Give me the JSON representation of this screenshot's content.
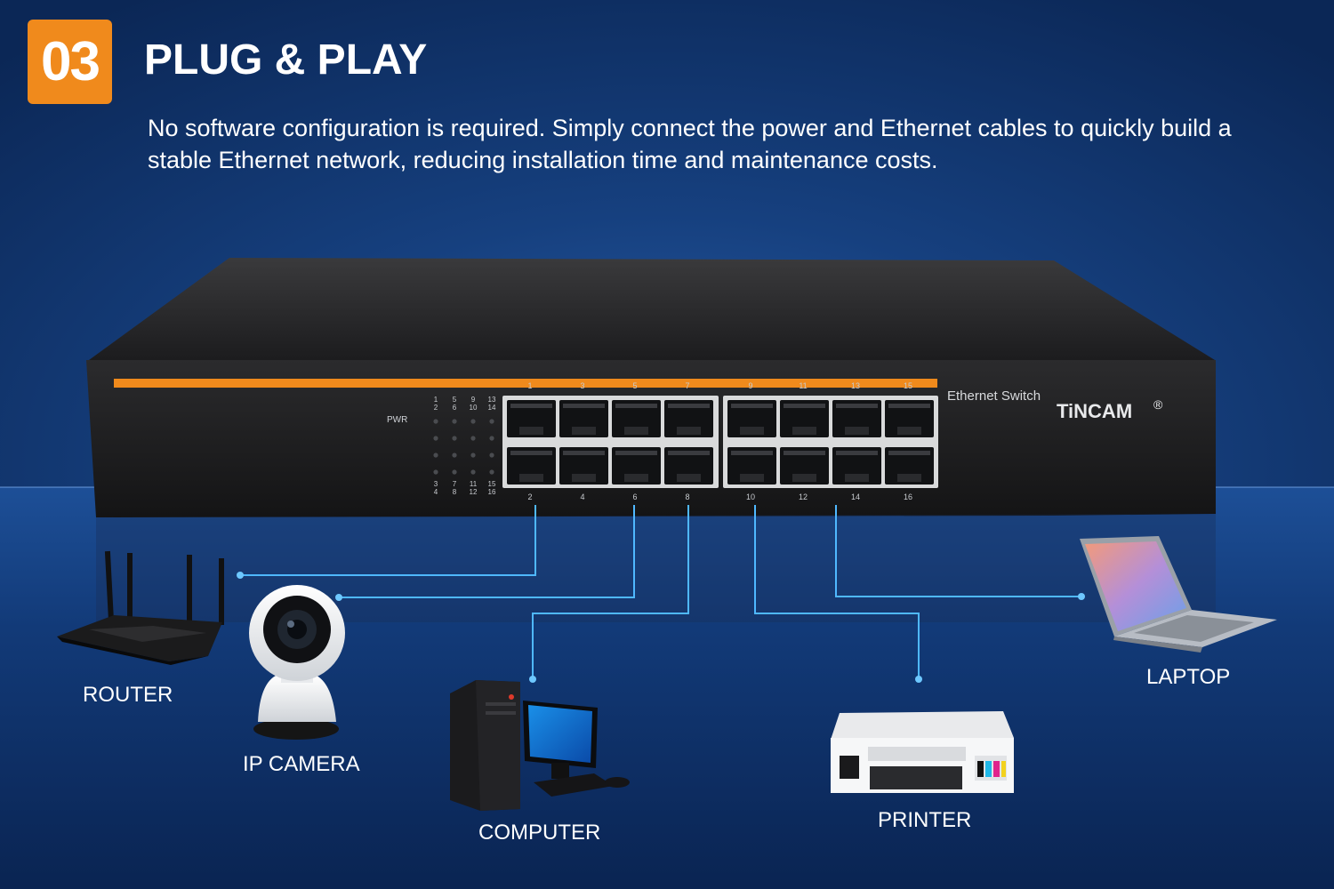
{
  "header": {
    "step_number": "03",
    "title": "PLUG & PLAY",
    "description": "No software configuration is required. Simply connect the power and Ethernet cables to quickly build a stable Ethernet network, reducing installation time and maintenance costs."
  },
  "switch": {
    "product_label": "Ethernet Switch",
    "brand": "TiNCAM",
    "brand_mark": "®",
    "pwr_label": "PWR",
    "top_port_numbers": [
      "1",
      "3",
      "5",
      "7",
      "9",
      "11",
      "13",
      "15"
    ],
    "bottom_port_numbers": [
      "2",
      "4",
      "6",
      "8",
      "10",
      "12",
      "14",
      "16"
    ],
    "led_labels_top": [
      "1",
      "2",
      "5",
      "6",
      "9",
      "10",
      "13",
      "14"
    ],
    "led_labels_bottom": [
      "3",
      "4",
      "7",
      "8",
      "11",
      "12",
      "15",
      "16"
    ]
  },
  "devices": {
    "router": "ROUTER",
    "ip_camera": "IP CAMERA",
    "computer": "COMPUTER",
    "printer": "PRINTER",
    "laptop": "LAPTOP"
  },
  "colors": {
    "accent_orange": "#f08a1c",
    "connection_line": "#4fb8ff",
    "background": "#16407f"
  },
  "icons": [
    "router-icon",
    "ip-camera-icon",
    "computer-icon",
    "printer-icon",
    "laptop-icon",
    "ethernet-switch-icon"
  ]
}
